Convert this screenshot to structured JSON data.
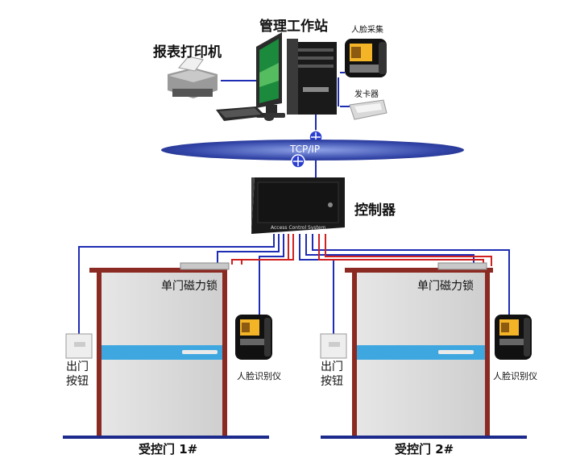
{
  "diagram": {
    "workstation_label": "管理工作站",
    "printer_label": "报表打印机",
    "face_enroll_label": "人脸采集",
    "card_issuer_label": "发卡器",
    "network_label": "TCP/IP",
    "controller_label": "控制器",
    "controller_caption": "Access Control System",
    "doors": [
      {
        "lock_label": "单门磁力锁",
        "exit_button_label": "出门\n按钮",
        "face_reader_label": "人脸识别仪",
        "door_label": "受控门 1#"
      },
      {
        "lock_label": "单门磁力锁",
        "exit_button_label": "出门\n按钮",
        "face_reader_label": "人脸识别仪",
        "door_label": "受控门 2#"
      }
    ],
    "colors": {
      "wire_blue": "#1f2db4",
      "wire_red": "#d02020",
      "frame_red": "#8b2a22",
      "network_cloud": "#3346a8",
      "door_fill": "#d9d9d9",
      "door_stripe": "#3ea7e0",
      "floor_blue": "#1c2a8c"
    }
  }
}
